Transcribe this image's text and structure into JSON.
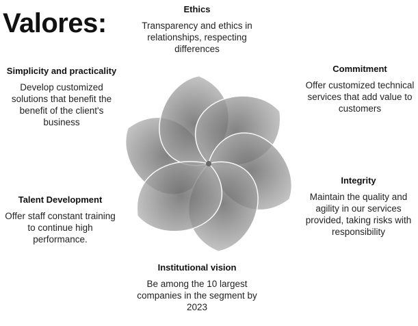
{
  "page": {
    "title": "Valores:"
  },
  "values": {
    "ethics": {
      "title": "Ethics",
      "description": "Transparency and ethics in relationships, respecting differences"
    },
    "commitment": {
      "title": "Commitment",
      "description": "Offer customized technical services that add value to customers"
    },
    "simplicity": {
      "title": "Simplicity and practicality",
      "description": "Develop customized solutions that benefit the benefit of the client's business"
    },
    "talent": {
      "title": "Talent Development",
      "description": "Offer staff constant training to continue high performance."
    },
    "integrity": {
      "title": "Integrity",
      "description": "Maintain the quality and agility in our services provided, taking risks with responsibility"
    },
    "vision": {
      "title": "Institutional vision",
      "description": "Be among the 10 largest companies in the segment by 2023"
    }
  },
  "colors": {
    "petal_fill": "#7a7a7a",
    "petal_outer": "#b5b5b5",
    "petal_stroke": "#ffffff"
  }
}
